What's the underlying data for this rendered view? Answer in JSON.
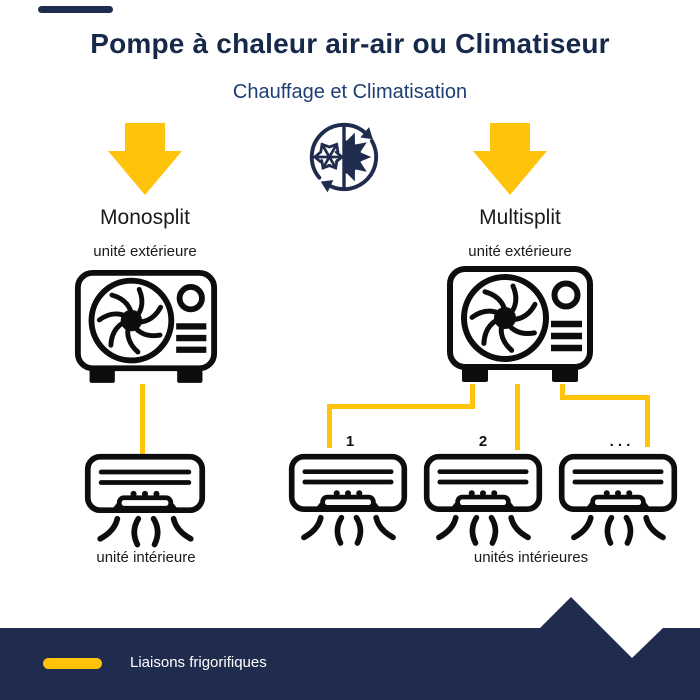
{
  "colors": {
    "navy": "#1F2C4D",
    "yellow": "#FFC30B",
    "title_navy": "#17294B",
    "subtitle_blue": "#1E3F72",
    "icon_black": "#0D0D0D",
    "background": "#FFFFFF"
  },
  "header": {
    "title": "Pompe à chaleur air-air ou Climatiseur",
    "subtitle": "Chauffage et Climatisation"
  },
  "center_icon": {
    "name": "heating-cooling-cycle"
  },
  "sections": {
    "monosplit": {
      "title": "Monosplit",
      "outdoor_label": "unité extérieure",
      "indoor_label": "unité intérieure"
    },
    "multisplit": {
      "title": "Multisplit",
      "outdoor_label": "unité extérieure",
      "indoor_label": "unités intérieures",
      "indoor_numbers": [
        "1",
        "2",
        ". . ."
      ]
    }
  },
  "footer": {
    "legend": "Liaisons frigorifiques"
  }
}
